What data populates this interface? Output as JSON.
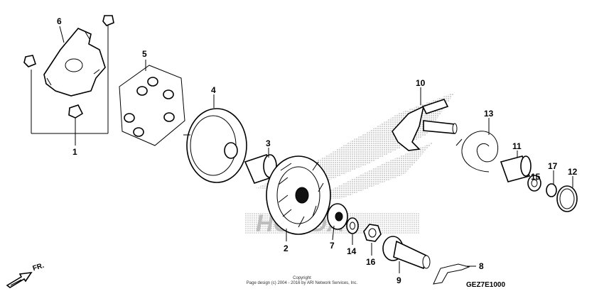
{
  "callouts": {
    "p1": "1",
    "p2": "2",
    "p3": "3",
    "p4": "4",
    "p5": "5",
    "p6": "6",
    "p7": "7",
    "p8": "8",
    "p9": "9",
    "p10": "10",
    "p11": "11",
    "p12": "12",
    "p13": "13",
    "p14": "14",
    "p15": "15",
    "p16": "16",
    "p17": "17"
  },
  "footer": {
    "copyright_line1": "Copyright",
    "copyright_line2": "Page design (c) 2004 - 2016 by ARI Network Services, Inc.",
    "drawing_code": "GEZ7E1000"
  },
  "direction": {
    "label": "FR.",
    "arrow_icon": "front-direction-arrow-icon"
  },
  "watermark": {
    "logo": "honda-wing-watermark",
    "text": "HONDA"
  }
}
